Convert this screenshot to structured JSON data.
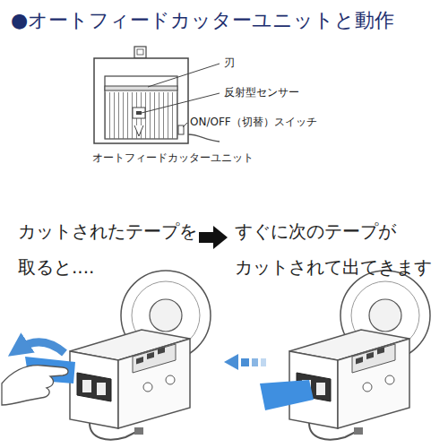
{
  "diagram": {
    "title": "●オートフィードカッターユニットと動作",
    "labels": [
      "刃",
      "反射型センサー",
      "ON/OFF（切替）スイッチ",
      "オートフィードカッターユニット",
      "カットされたテープを 取ると....",
      "すぐに次のテープが カットされて出てきます"
    ]
  }
}
